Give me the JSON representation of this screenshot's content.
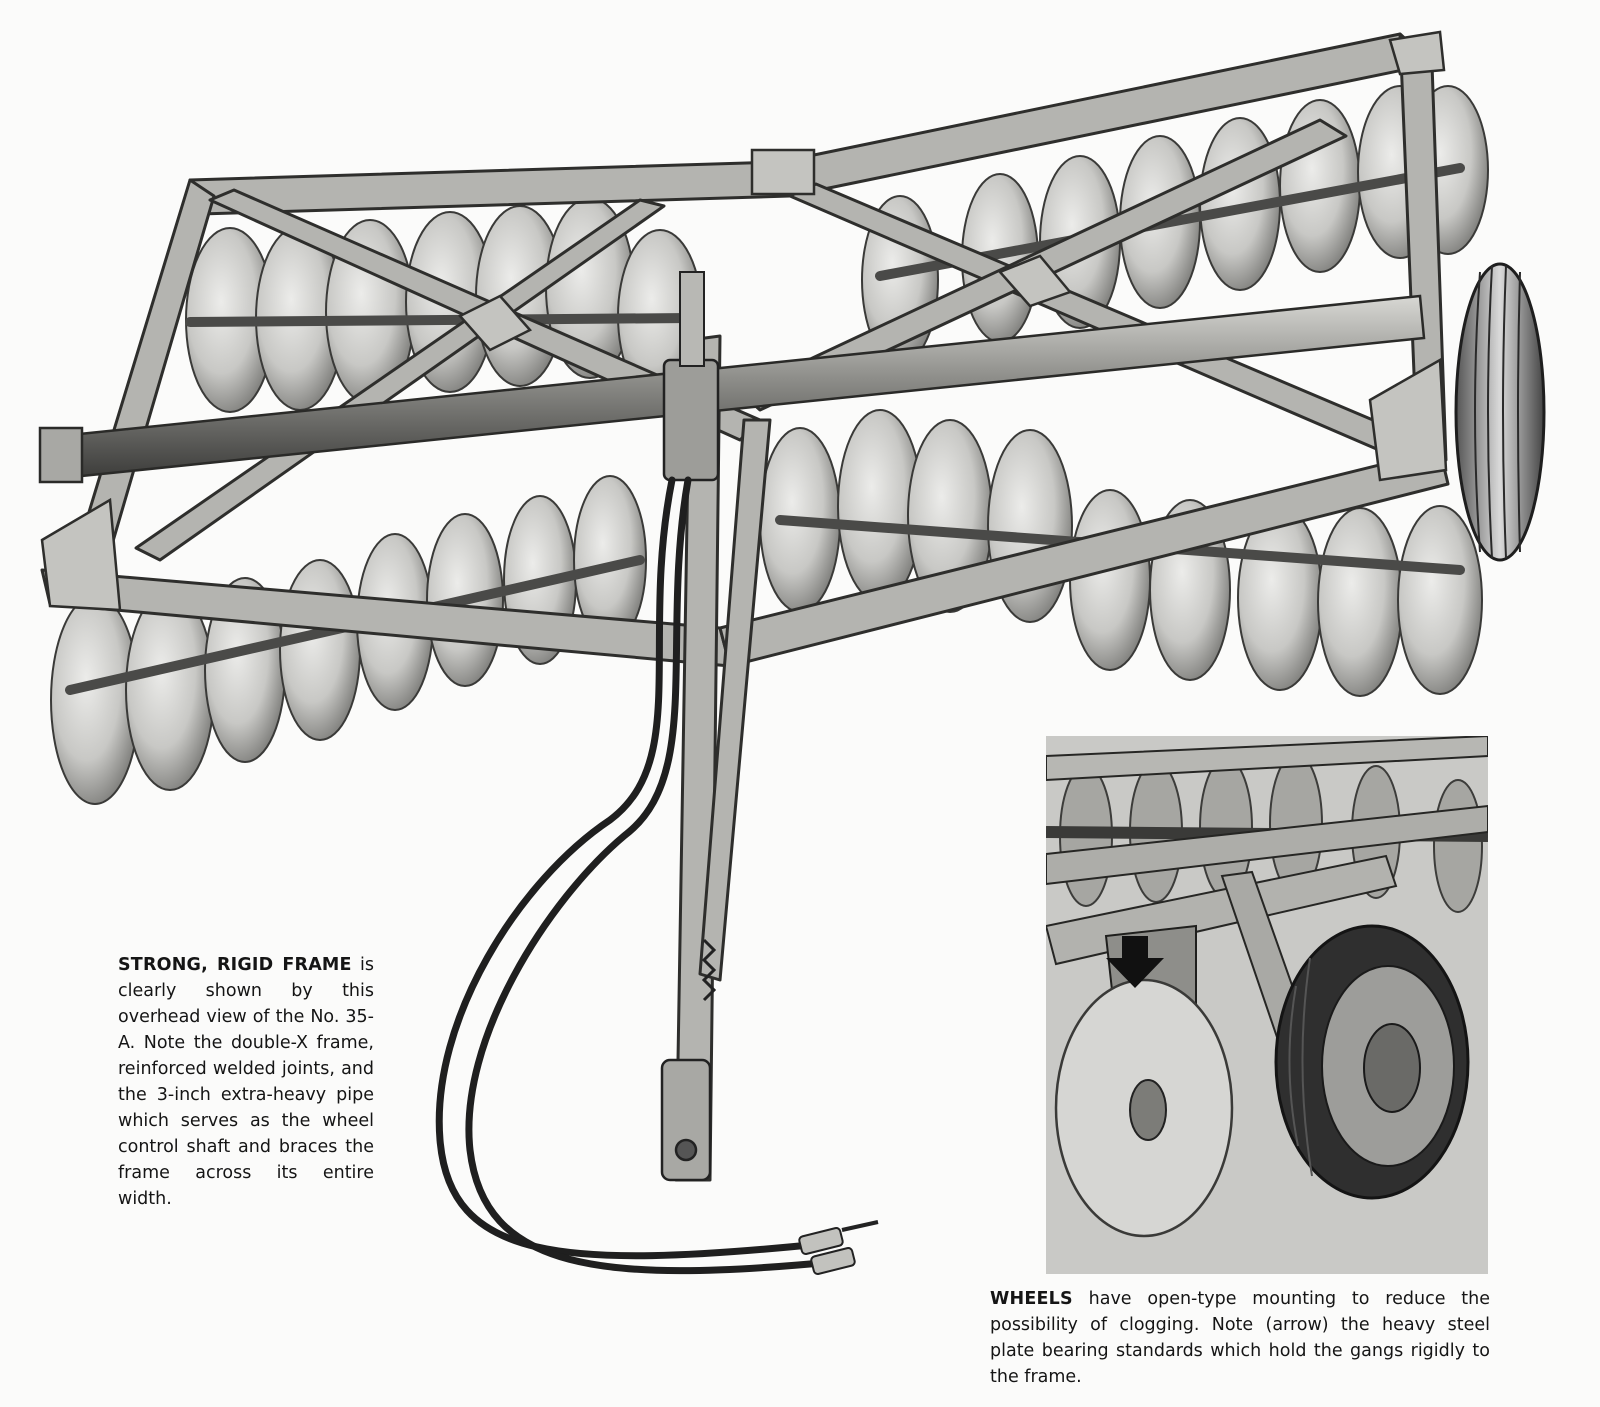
{
  "captions": {
    "frame": {
      "lead": "STRONG, RIGID FRAME",
      "body": "is clearly shown by this overhead view of the No. 35-A. Note the double-X frame, reinforced welded joints, and the 3-inch extra-heavy pipe which serves as the wheel control shaft and braces the frame across its entire width."
    },
    "wheels": {
      "lead": "WHEELS",
      "body": "have open-type mounting to reduce the possibility of clogging. Note (arrow) the heavy steel plate bearing standards which hold the gangs rigidly to the frame."
    }
  },
  "colors": {
    "background": "#fbfbfa",
    "metal": "#b4b4b0",
    "shadow": "#3a3a38",
    "disc": "#cfcfcc",
    "tire": "#2f2f2f",
    "text": "#151515"
  },
  "icons": {
    "arrow": "arrow-down-icon"
  }
}
